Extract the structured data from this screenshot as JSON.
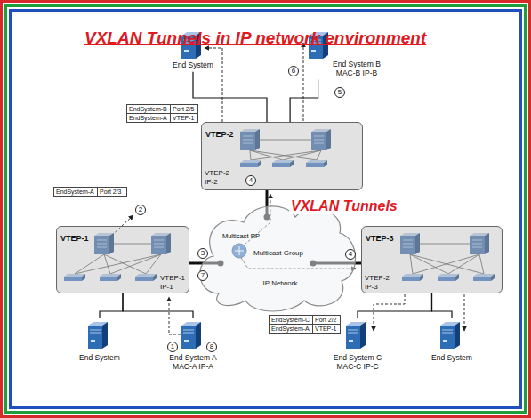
{
  "diagram": {
    "title": "VXLAN Tunnels in IP network environment",
    "nodes": [
      {
        "text": [
          "End System"
        ]
      },
      {
        "text": [
          "End System B MAC-B IP-B"
        ]
      },
      {
        "text": [
          "VTEP-2"
        ]
      },
      {
        "text": [
          "Multicast Group",
          "IP Network"
        ]
      },
      {
        "text": [
          "Multicast RP"
        ],
        "in": 3
      },
      {
        "text": [
          "VTEP-1"
        ]
      },
      {
        "text": [
          "VTEP-3"
        ]
      },
      {
        "text": [
          "End System"
        ]
      },
      {
        "text": [
          "End System A MAC-A IP-A"
        ]
      },
      {
        "text": [
          "End System C MAC-C IP-C"
        ]
      },
      {
        "text": [
          "End System"
        ]
      }
    ],
    "edges": [
      {
        "from": 0,
        "to": 2,
        "arrow": "none"
      },
      {
        "from": 1,
        "to": 2,
        "arrow": "none"
      },
      {
        "from": 2,
        "to": 3,
        "arrow": "none"
      },
      {
        "from": 5,
        "to": 3,
        "arrow": "none"
      },
      {
        "from": 6,
        "to": 3,
        "arrow": "none"
      },
      {
        "from": 7,
        "to": 5,
        "arrow": "none"
      },
      {
        "from": 8,
        "to": 5,
        "arrow": "none"
      },
      {
        "from": 9,
        "to": 6,
        "arrow": "none"
      },
      {
        "from": 10,
        "to": 6,
        "arrow": "none"
      }
    ],
    "labels": [
      "VXLAN Tunnels",
      "EndSystem-B",
      "Port 2/5",
      "EndSystem-A",
      "VTEP-1",
      "EndSystem-A",
      "Port 2/3",
      "EndSystem-C",
      "Port 2/2",
      "EndSystem-A",
      "VTEP-1",
      "VTEP-2 IP-2",
      "VTEP-1 IP-1",
      "VTEP-2 IP-3",
      "1",
      "2",
      "3",
      "4",
      "4",
      "5",
      "6",
      "7",
      "8"
    ]
  }
}
